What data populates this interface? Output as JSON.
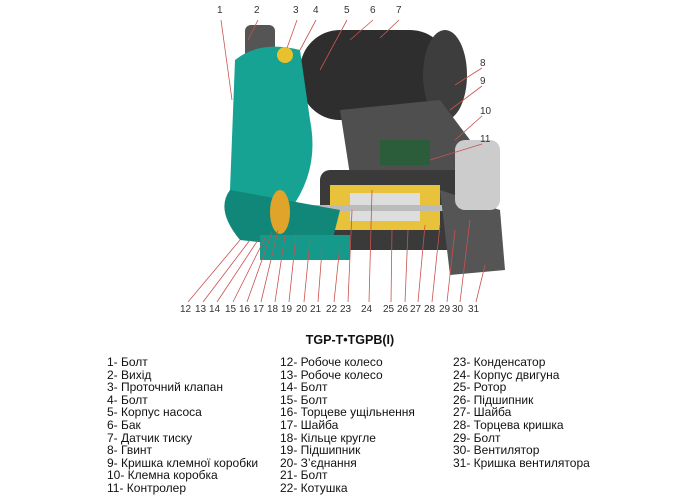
{
  "diagram": {
    "top_callouts": [
      "1",
      "2",
      "3",
      "4",
      "5",
      "6",
      "7"
    ],
    "right_callouts": [
      "8",
      "9",
      "10",
      "11"
    ],
    "bottom_callouts": [
      "12",
      "13",
      "14",
      "15",
      "16",
      "17",
      "18",
      "19",
      "20",
      "21",
      "22",
      "23",
      "24",
      "25",
      "26",
      "27",
      "28",
      "29",
      "30",
      "31"
    ],
    "colors": {
      "pump_body": "#16a393",
      "motor": "#2b2b2b",
      "cover": "#5a5a5a",
      "leader": "#c9524f"
    }
  },
  "title": "TGP-T•TGPB(I)",
  "legend": {
    "col1": [
      "1- Болт",
      "2- Вихід",
      "3- Проточний клапан",
      "4- Болт",
      "5- Корпус насоса",
      "6- Бак",
      "7- Датчик тиску",
      "8- Гвинт",
      "9- Кришка клемної коробки",
      "10- Клемна коробка",
      "11- Контролер"
    ],
    "col2": [
      "12- Робоче колесо",
      "13- Робоче колесо",
      "14- Болт",
      "15- Болт",
      "16- Торцеве ущільнення",
      "17- Шайба",
      "18- Кільце кругле",
      "19- Підшипник",
      "20- З’єднання",
      "21- Болт",
      "22- Котушка"
    ],
    "col3": [
      "23- Конденсатор",
      "24- Корпус двигуна",
      "25- Ротор",
      "26- Підшипник",
      "27- Шайба",
      "28- Торцева кришка",
      "29- Болт",
      "30- Вентилятор",
      "31- Кришка вентилятора"
    ]
  }
}
